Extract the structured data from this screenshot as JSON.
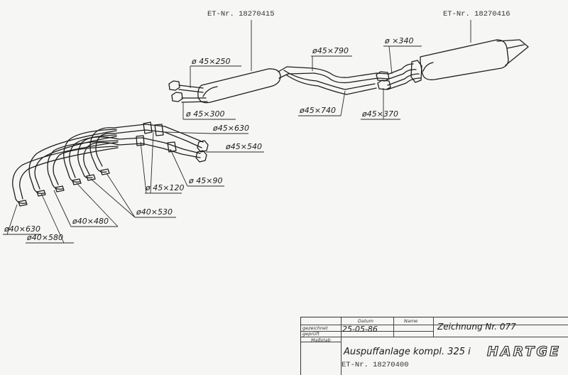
{
  "part_numbers": {
    "front_silencer": "ET-Nr. 18270415",
    "rear_silencer": "ET-Nr. 18270416"
  },
  "dimensions": {
    "d45x250": "ø 45×250",
    "d45x300": "ø 45×300",
    "d45x790": "ø45×790",
    "d45x740": "ø45×740",
    "d45x340": "ø  ×340",
    "d45x370": "ø45×370",
    "d45x630": "ø45×630",
    "d45x540": "ø45×540",
    "d45x120": "ø 45×120",
    "d45x90": "ø 45×90",
    "d40x630": "ø40×630",
    "d40x580": "ø40×580",
    "d40x480": "ø40×480",
    "d40x530": "ø40×530"
  },
  "title_block": {
    "datum_label": "Datum",
    "name_label": "Name",
    "gezeichnet_label": "gezeichnet",
    "geprueft_label": "geprüft",
    "massstab_label": "Maßstab",
    "date": "25-05-86",
    "drawing_number": "Zeichnung Nr. 077",
    "title": "Auspuffanlage kompl. 325 i",
    "part_number": "ET-Nr. 18270400",
    "logo": "HARTGE"
  }
}
